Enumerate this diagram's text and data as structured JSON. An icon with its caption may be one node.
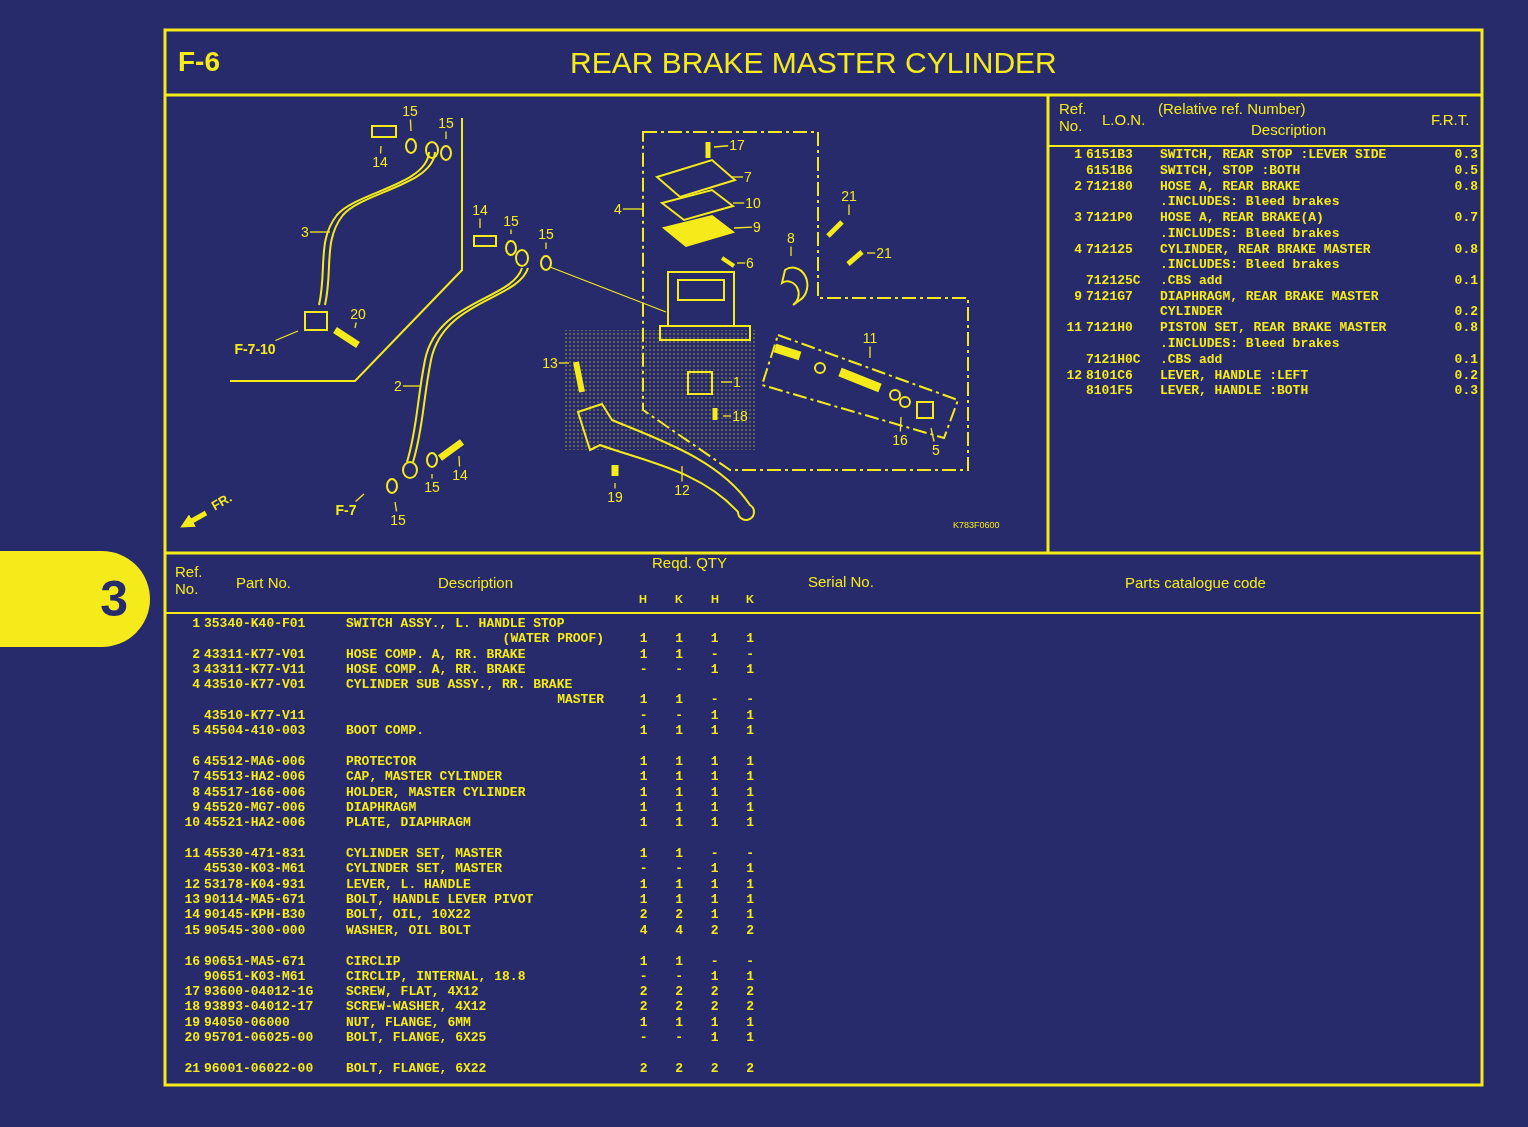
{
  "diagram": {
    "title": "REAR BRAKE MASTER CYLINDER",
    "nodes": [
      {
        "text": [
          "15"
        ]
      },
      {
        "text": [
          "15"
        ]
      },
      {
        "text": [
          "14"
        ]
      },
      {
        "text": [
          "3"
        ]
      },
      {
        "text": [
          "20"
        ]
      },
      {
        "text": [
          "F-7-10"
        ]
      },
      {
        "text": [
          "2"
        ]
      },
      {
        "text": [
          "14"
        ]
      },
      {
        "text": [
          "15"
        ]
      },
      {
        "text": [
          "15"
        ]
      },
      {
        "text": [
          "4"
        ]
      },
      {
        "text": [
          "17"
        ]
      },
      {
        "text": [
          "7"
        ]
      },
      {
        "text": [
          "10"
        ]
      },
      {
        "text": [
          "9"
        ]
      },
      {
        "text": [
          "6"
        ]
      },
      {
        "text": [
          "8"
        ]
      },
      {
        "text": [
          "21"
        ]
      },
      {
        "text": [
          "21"
        ]
      },
      {
        "text": [
          "11"
        ]
      },
      {
        "text": [
          "13"
        ]
      },
      {
        "text": [
          "1"
        ]
      },
      {
        "text": [
          "18"
        ]
      },
      {
        "text": [
          "16"
        ]
      },
      {
        "text": [
          "5"
        ]
      },
      {
        "text": [
          "19"
        ]
      },
      {
        "text": [
          "12"
        ]
      },
      {
        "text": [
          "14"
        ]
      },
      {
        "text": [
          "15"
        ]
      },
      {
        "text": [
          "15"
        ]
      },
      {
        "text": [
          "F-7"
        ]
      },
      {
        "text": [
          "3"
        ]
      }
    ],
    "edges": [
      {
        "from": 0,
        "to": null,
        "arrow": "none"
      },
      {
        "from": 1,
        "to": null,
        "arrow": "none"
      },
      {
        "from": 2,
        "to": null,
        "arrow": "none"
      },
      {
        "from": 3,
        "to": null,
        "arrow": "none"
      },
      {
        "from": 4,
        "to": null,
        "arrow": "none"
      },
      {
        "from": 5,
        "to": null,
        "arrow": "none"
      },
      {
        "from": 6,
        "to": null,
        "arrow": "none"
      },
      {
        "from": 7,
        "to": null,
        "arrow": "none"
      },
      {
        "from": 8,
        "to": null,
        "arrow": "none"
      },
      {
        "from": 9,
        "to": null,
        "arrow": "none"
      },
      {
        "from": 10,
        "to": null,
        "arrow": "none"
      },
      {
        "from": 11,
        "to": null,
        "arrow": "none"
      },
      {
        "from": 12,
        "to": null,
        "arrow": "none"
      },
      {
        "from": 13,
        "to": null,
        "arrow": "none"
      },
      {
        "from": 14,
        "to": null,
        "arrow": "none"
      },
      {
        "from": 15,
        "to": null,
        "arrow": "none"
      },
      {
        "from": 16,
        "to": null,
        "arrow": "none"
      },
      {
        "from": 17,
        "to": null,
        "arrow": "none"
      },
      {
        "from": 18,
        "to": null,
        "arrow": "none"
      },
      {
        "from": 19,
        "to": null,
        "arrow": "none"
      },
      {
        "from": 20,
        "to": null,
        "arrow": "none"
      },
      {
        "from": 21,
        "to": null,
        "arrow": "none"
      },
      {
        "from": 22,
        "to": null,
        "arrow": "none"
      },
      {
        "from": 23,
        "to": null,
        "arrow": "none"
      },
      {
        "from": 24,
        "to": null,
        "arrow": "none"
      },
      {
        "from": 25,
        "to": null,
        "arrow": "none"
      },
      {
        "from": 26,
        "to": null,
        "arrow": "none"
      },
      {
        "from": 27,
        "to": null,
        "arrow": "none"
      },
      {
        "from": 28,
        "to": null,
        "arrow": "none"
      },
      {
        "from": 29,
        "to": null,
        "arrow": "none"
      },
      {
        "from": 30,
        "to": null,
        "arrow": "none"
      }
    ],
    "labels": [
      "F-6",
      "FR.",
      "K783F0600",
      "Ref. No.",
      "L.O.N.",
      "(Relative ref. Number)",
      "Description",
      "F.R.T.",
      "1",
      "6151B3",
      "SWITCH, REAR STOP :LEVER SIDE",
      "0.3",
      "6151B6",
      "SWITCH, STOP :BOTH",
      "0.5",
      "2",
      "712180",
      "HOSE A, REAR BRAKE",
      "0.8",
      ".INCLUDES: Bleed brakes",
      "3",
      "7121P0",
      "HOSE A, REAR BRAKE(A)",
      "0.7",
      ".INCLUDES: Bleed brakes",
      "4",
      "712125",
      "CYLINDER, REAR BRAKE MASTER",
      "0.8",
      ".INCLUDES: Bleed brakes",
      "712125C",
      ".CBS add",
      "0.1",
      "9",
      "7121G7",
      "DIAPHRAGM, REAR BRAKE MASTER CYLINDER",
      "0.2",
      "11",
      "7121H0",
      "PISTON SET, REAR BRAKE MASTER",
      "0.8",
      ".INCLUDES: Bleed brakes",
      "7121H0C",
      ".CBS add",
      "0.1",
      "12",
      "8101C6",
      "LEVER, HANDLE :LEFT",
      "0.2",
      "8101F5",
      "LEVER, HANDLE :BOTH",
      "0.3",
      "Ref. No.",
      "Part No.",
      "Description",
      "Reqd. QTY",
      "H",
      "K",
      "H",
      "K",
      "Serial No.",
      "Parts catalogue code",
      "1",
      "35340-K40-F01",
      "SWITCH ASSY., L. HANDLE STOP (WATER PROOF)",
      "1",
      "1",
      "1",
      "1",
      "2",
      "43311-K77-V01",
      "HOSE COMP. A, RR. BRAKE",
      "1",
      "1",
      "-",
      "-",
      "3",
      "43311-K77-V11",
      "HOSE COMP. A, RR. BRAKE",
      "-",
      "-",
      "1",
      "1",
      "4",
      "43510-K77-V01",
      "CYLINDER SUB ASSY., RR. BRAKE MASTER",
      "1",
      "1",
      "-",
      "-",
      "43510-K77-V11",
      "-",
      "-",
      "1",
      "1",
      "5",
      "45504-410-003",
      "BOOT COMP.",
      "1",
      "1",
      "1",
      "1",
      "6",
      "45512-MA6-006",
      "PROTECTOR",
      "1",
      "1",
      "1",
      "1",
      "7",
      "45513-HA2-006",
      "CAP, MASTER CYLINDER",
      "1",
      "1",
      "1",
      "1",
      "8",
      "45517-166-006",
      "HOLDER, MASTER CYLINDER",
      "1",
      "1",
      "1",
      "1",
      "9",
      "45520-MG7-006",
      "DIAPHRAGM",
      "1",
      "1",
      "1",
      "1",
      "10",
      "45521-HA2-006",
      "PLATE, DIAPHRAGM",
      "1",
      "1",
      "1",
      "1",
      "11",
      "45530-471-831",
      "CYLINDER SET, MASTER",
      "1",
      "1",
      "-",
      "-",
      "45530-K03-M61",
      "CYLINDER SET, MASTER",
      "-",
      "-",
      "1",
      "1",
      "12",
      "53178-K04-931",
      "LEVER, L. HANDLE",
      "1",
      "1",
      "1",
      "1",
      "13",
      "90114-MA5-671",
      "BOLT, HANDLE LEVER PIVOT",
      "1",
      "1",
      "1",
      "1",
      "14",
      "90145-KPH-B30",
      "BOLT, OIL, 10X22",
      "2",
      "2",
      "1",
      "1",
      "15",
      "90545-300-000",
      "WASHER, OIL BOLT",
      "4",
      "4",
      "2",
      "2",
      "16",
      "90651-MA5-671",
      "CIRCLIP",
      "1",
      "1",
      "-",
      "-",
      "90651-K03-M61",
      "CIRCLIP, INTERNAL, 18.8",
      "-",
      "-",
      "1",
      "1",
      "17",
      "93600-04012-1G",
      "SCREW, FLAT, 4X12",
      "2",
      "2",
      "2",
      "2",
      "18",
      "93893-04012-17",
      "SCREW-WASHER, 4X12",
      "2",
      "2",
      "2",
      "2",
      "19",
      "94050-06000",
      "NUT, FLANGE, 6MM",
      "1",
      "1",
      "1",
      "1",
      "20",
      "95701-06025-00",
      "BOLT, FLANGE, 6X25",
      "-",
      "-",
      "1",
      "1",
      "21",
      "96001-06022-00",
      "BOLT, FLANGE, 6X22",
      "2",
      "2",
      "2",
      "2"
    ]
  }
}
